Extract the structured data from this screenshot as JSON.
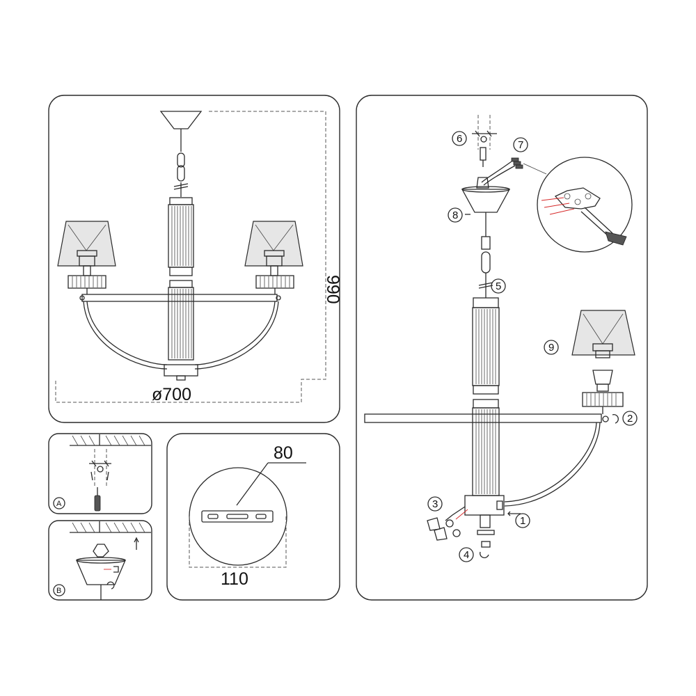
{
  "dimensions": {
    "height": "990",
    "diameter": "ø700",
    "mount_width": "80",
    "mount_diameter": "110"
  },
  "steps": {
    "insert_a": "A",
    "insert_b": "B",
    "callouts": [
      "1",
      "2",
      "3",
      "4",
      "5",
      "6",
      "7",
      "8",
      "9"
    ]
  },
  "colors": {
    "line": "#2a2a2a",
    "wire_red": "#d62828",
    "background": "#ffffff"
  },
  "icons": [
    "screwdriver-icon",
    "rotate-arrow-icon",
    "wire-connector-icon"
  ]
}
